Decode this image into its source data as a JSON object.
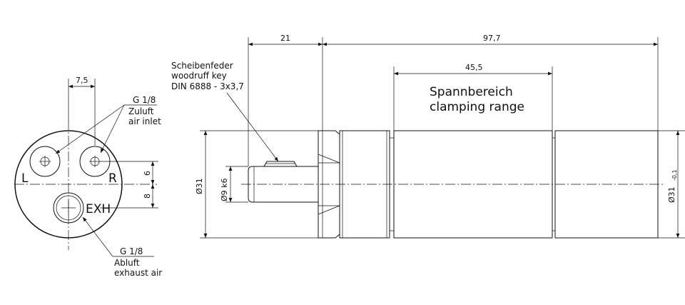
{
  "left_view": {
    "dim_top": "7,5",
    "port_left_label": "L",
    "port_right_label": "R",
    "exhaust_label": "EXH",
    "dim_right_upper": "6",
    "dim_right_lower": "8",
    "inlet_thread": "G 1/8",
    "inlet_de": "Zuluft",
    "inlet_en": "air inlet",
    "exhaust_thread": "G 1/8",
    "exhaust_de": "Abluft",
    "exhaust_en": "exhaust air"
  },
  "side_view": {
    "dim_shaft_length": "21",
    "dim_total_length": "97,7",
    "dim_clamping": "45,5",
    "key_line1": "Scheibenfeder",
    "key_line2": "woodruff key",
    "key_line3": "DIN 6888 - 3x3,7",
    "clamping_de": "Spannbereich",
    "clamping_en": "clamping range",
    "dim_diameter_left": "Ø31",
    "dim_shaft_diameter": "Ø9 k6",
    "dim_diameter_right": "Ø31",
    "dim_diameter_right_tolerance": "-0,1"
  }
}
